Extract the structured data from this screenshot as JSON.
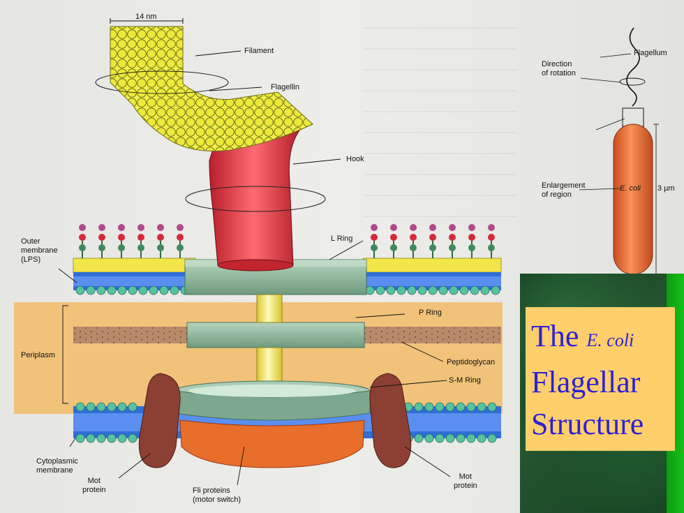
{
  "title": {
    "line1_word": "The",
    "line1_italic": "E. coli",
    "line2": "Flagellar",
    "line3": "Structure"
  },
  "labels": {
    "scale_14nm": "14 nm",
    "filament": "Filament",
    "flagellin": "Flagellin",
    "hook": "Hook",
    "l_ring": "L Ring",
    "outer_membrane": [
      "Outer",
      "membrane",
      "(LPS)"
    ],
    "p_ring": "P Ring",
    "periplasm": "Periplasm",
    "peptidoglycan": "Peptidoglycan",
    "sm_ring": "S-M Ring",
    "cytoplasmic_membrane": [
      "Cytoplasmic",
      "membrane"
    ],
    "mot_protein_left": [
      "Mot",
      "protein"
    ],
    "mot_protein_right": [
      "Mot",
      "protein"
    ],
    "fli_proteins": [
      "Fli proteins",
      "(motor switch)"
    ]
  },
  "inset": {
    "flagellum": "Flagellum",
    "direction": [
      "Direction",
      "of rotation"
    ],
    "enlargement": [
      "Enlargement",
      "of region"
    ],
    "ecoli": "E. coli",
    "size": "3 µm"
  },
  "colors": {
    "filament": "#e8e63a",
    "hook": "#d8323f",
    "rings": "#8fb79c",
    "periplasm": "#f1c27a",
    "outer_membrane_yellow": "#f3e64a",
    "membrane_blue": "#2f6ed8",
    "mot": "#8c3f33",
    "fli": "#e86e2b",
    "cell": "#e0642a",
    "title_text": "#2f1fd6",
    "title_bg": "#ffcf6b"
  }
}
